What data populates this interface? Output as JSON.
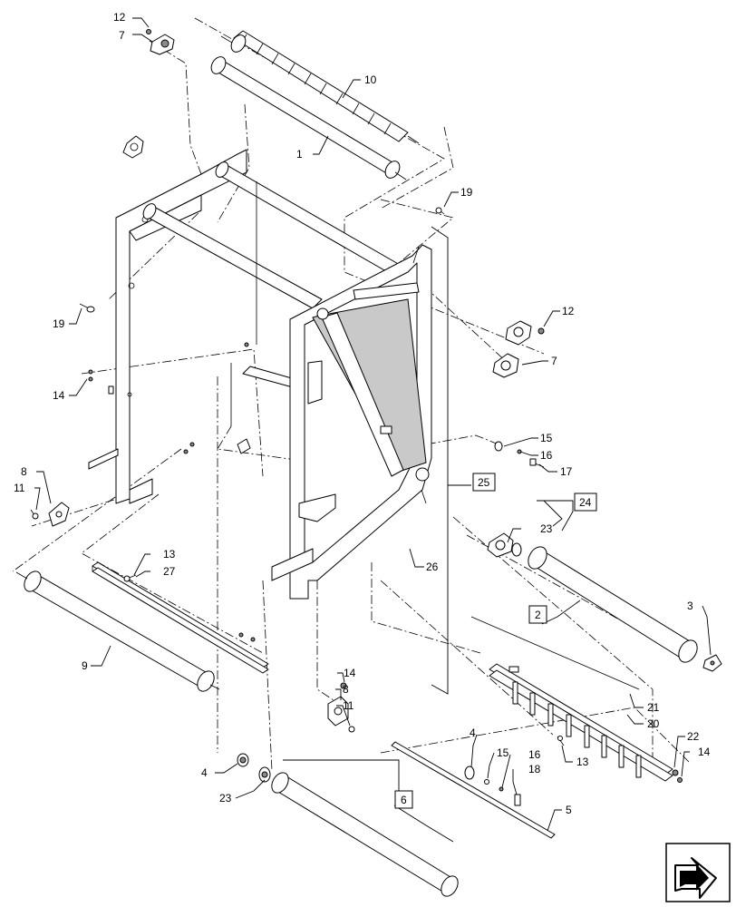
{
  "callouts": {
    "c1": "1",
    "c2": "2",
    "c3": "3",
    "c4a": "4",
    "c4b": "4",
    "c5": "5",
    "c6": "6",
    "c7a": "7",
    "c7b": "7",
    "c8a": "8",
    "c8b": "8",
    "c9": "9",
    "c10": "10",
    "c11a": "11",
    "c11b": "11",
    "c12a": "12",
    "c12b": "12",
    "c13a": "13",
    "c13b": "13",
    "c14a": "14",
    "c14b": "14",
    "c14c": "14",
    "c15a": "15",
    "c15b": "15",
    "c16a": "16",
    "c16b": "16",
    "c17": "17",
    "c18": "18",
    "c19a": "19",
    "c19b": "19",
    "c20": "20",
    "c21": "21",
    "c22": "22",
    "c23a": "23",
    "c23b": "23",
    "c24": "24",
    "c25": "25",
    "c26": "26",
    "c27": "27"
  },
  "icons": {
    "nav": "next-page-arrow-icon"
  }
}
